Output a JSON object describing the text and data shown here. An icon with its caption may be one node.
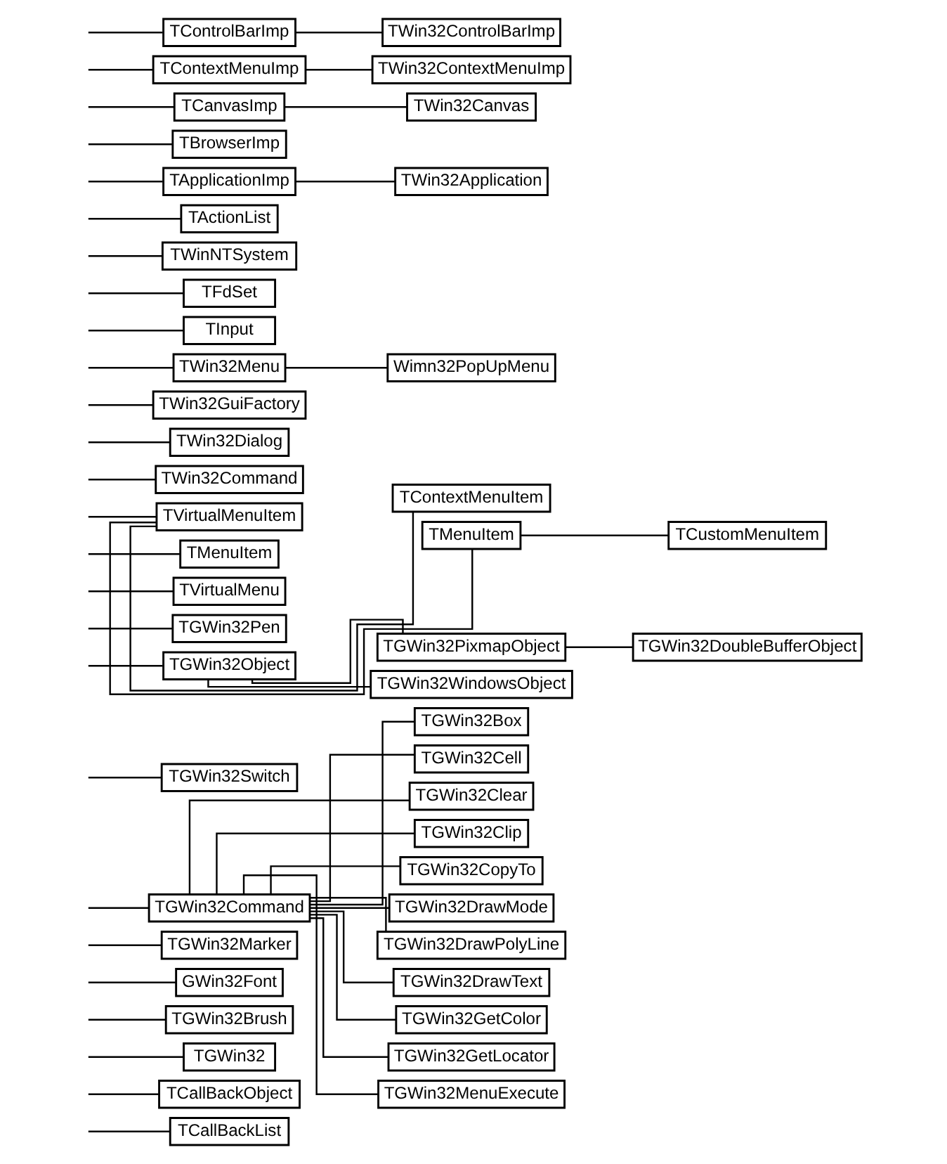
{
  "diagram": {
    "nodes": [
      {
        "text": [
          "TCallBackList"
        ]
      },
      {
        "text": [
          "TCallBackObject"
        ]
      },
      {
        "text": [
          "TGWin32"
        ]
      },
      {
        "text": [
          "TGWin32Brush"
        ]
      },
      {
        "text": [
          "GWin32Font"
        ]
      },
      {
        "text": [
          "TGWin32Marker"
        ]
      },
      {
        "text": [
          "TGWin32Command"
        ]
      },
      {
        "text": [
          "TGWin32Box"
        ]
      },
      {
        "text": [
          "TGWin32Cell"
        ]
      },
      {
        "text": [
          "TGWin32Clear"
        ]
      },
      {
        "text": [
          "TGWin32Clip"
        ]
      },
      {
        "text": [
          "TGWin32CopyTo"
        ]
      },
      {
        "text": [
          "TGWin32DrawMode"
        ]
      },
      {
        "text": [
          "TGWin32DrawPolyLine"
        ]
      },
      {
        "text": [
          "TGWin32DrawText"
        ]
      },
      {
        "text": [
          "TGWin32GetColor"
        ]
      },
      {
        "text": [
          "TGWin32GetLocator"
        ]
      },
      {
        "text": [
          "TGWin32MenuExecute"
        ]
      },
      {
        "text": [
          "TGWin32Switch"
        ]
      },
      {
        "text": [
          "TGWin32Object"
        ]
      },
      {
        "text": [
          "TGWin32PixmapObject"
        ]
      },
      {
        "text": [
          "TGWin32DoubleBufferObject"
        ]
      },
      {
        "text": [
          "TGWin32WindowsObject"
        ]
      },
      {
        "text": [
          "TGWin32Pen"
        ]
      },
      {
        "text": [
          "TVirtualMenu"
        ]
      },
      {
        "text": [
          "TMenuItem"
        ]
      },
      {
        "text": [
          "TVirtualMenuItem"
        ]
      },
      {
        "text": [
          "TContextMenuItem"
        ]
      },
      {
        "text": [
          "TMenuItem"
        ]
      },
      {
        "text": [
          "TCustomMenuItem"
        ]
      },
      {
        "text": [
          "TWin32Command"
        ]
      },
      {
        "text": [
          "TWin32Dialog"
        ]
      },
      {
        "text": [
          "TWin32GuiFactory"
        ]
      },
      {
        "text": [
          "TWin32Menu"
        ]
      },
      {
        "text": [
          "Wimn32PopUpMenu"
        ]
      },
      {
        "text": [
          "TInput"
        ]
      },
      {
        "text": [
          "TFdSet"
        ]
      },
      {
        "text": [
          "TWinNTSystem"
        ]
      },
      {
        "text": [
          "TActionList"
        ]
      },
      {
        "text": [
          "TApplicationImp"
        ]
      },
      {
        "text": [
          "TWin32Application"
        ]
      },
      {
        "text": [
          "TBrowserImp"
        ]
      },
      {
        "text": [
          "TCanvasImp"
        ]
      },
      {
        "text": [
          "TWin32Canvas"
        ]
      },
      {
        "text": [
          "TContextMenuImp"
        ]
      },
      {
        "text": [
          "TWin32ContextMenuImp"
        ]
      },
      {
        "text": [
          "TControlBarImp"
        ]
      },
      {
        "text": [
          "TWin32ControlBarImp"
        ]
      }
    ],
    "edges": [
      {
        "from": null,
        "to": 0,
        "arrow": "none"
      },
      {
        "from": null,
        "to": 1,
        "arrow": "none"
      },
      {
        "from": null,
        "to": 2,
        "arrow": "none"
      },
      {
        "from": null,
        "to": 3,
        "arrow": "none"
      },
      {
        "from": null,
        "to": 4,
        "arrow": "none"
      },
      {
        "from": null,
        "to": 5,
        "arrow": "none"
      },
      {
        "from": null,
        "to": 6,
        "arrow": "none"
      },
      {
        "from": 6,
        "to": 7,
        "arrow": "none"
      },
      {
        "from": 6,
        "to": 8,
        "arrow": "none"
      },
      {
        "from": 6,
        "to": 9,
        "arrow": "none"
      },
      {
        "from": 6,
        "to": 10,
        "arrow": "none"
      },
      {
        "from": 6,
        "to": 11,
        "arrow": "none"
      },
      {
        "from": 6,
        "to": 12,
        "arrow": "none"
      },
      {
        "from": 6,
        "to": 13,
        "arrow": "none"
      },
      {
        "from": 6,
        "to": 14,
        "arrow": "none"
      },
      {
        "from": 6,
        "to": 15,
        "arrow": "none"
      },
      {
        "from": 6,
        "to": 16,
        "arrow": "none"
      },
      {
        "from": 6,
        "to": 17,
        "arrow": "none"
      },
      {
        "from": null,
        "to": 18,
        "arrow": "none"
      },
      {
        "from": null,
        "to": 19,
        "arrow": "none"
      },
      {
        "from": 19,
        "to": 20,
        "arrow": "none"
      },
      {
        "from": 20,
        "to": 21,
        "arrow": "none"
      },
      {
        "from": 19,
        "to": 22,
        "arrow": "none"
      },
      {
        "from": null,
        "to": 23,
        "arrow": "none"
      },
      {
        "from": null,
        "to": 24,
        "arrow": "none"
      },
      {
        "from": null,
        "to": 25,
        "arrow": "none"
      },
      {
        "from": null,
        "to": 26,
        "arrow": "none"
      },
      {
        "from": 26,
        "to": 27,
        "arrow": "none"
      },
      {
        "from": 26,
        "to": 28,
        "arrow": "none"
      },
      {
        "from": 28,
        "to": 29,
        "arrow": "none"
      },
      {
        "from": null,
        "to": 30,
        "arrow": "none"
      },
      {
        "from": null,
        "to": 31,
        "arrow": "none"
      },
      {
        "from": null,
        "to": 32,
        "arrow": "none"
      },
      {
        "from": null,
        "to": 33,
        "arrow": "none"
      },
      {
        "from": 33,
        "to": 34,
        "arrow": "none"
      },
      {
        "from": null,
        "to": 35,
        "arrow": "none"
      },
      {
        "from": null,
        "to": 36,
        "arrow": "none"
      },
      {
        "from": null,
        "to": 37,
        "arrow": "none"
      },
      {
        "from": null,
        "to": 38,
        "arrow": "none"
      },
      {
        "from": null,
        "to": 39,
        "arrow": "none"
      },
      {
        "from": 39,
        "to": 40,
        "arrow": "none"
      },
      {
        "from": null,
        "to": 41,
        "arrow": "none"
      },
      {
        "from": null,
        "to": 42,
        "arrow": "none"
      },
      {
        "from": 42,
        "to": 43,
        "arrow": "none"
      },
      {
        "from": null,
        "to": 44,
        "arrow": "none"
      },
      {
        "from": 44,
        "to": 45,
        "arrow": "none"
      },
      {
        "from": null,
        "to": 46,
        "arrow": "none"
      },
      {
        "from": 46,
        "to": 47,
        "arrow": "none"
      }
    ]
  }
}
